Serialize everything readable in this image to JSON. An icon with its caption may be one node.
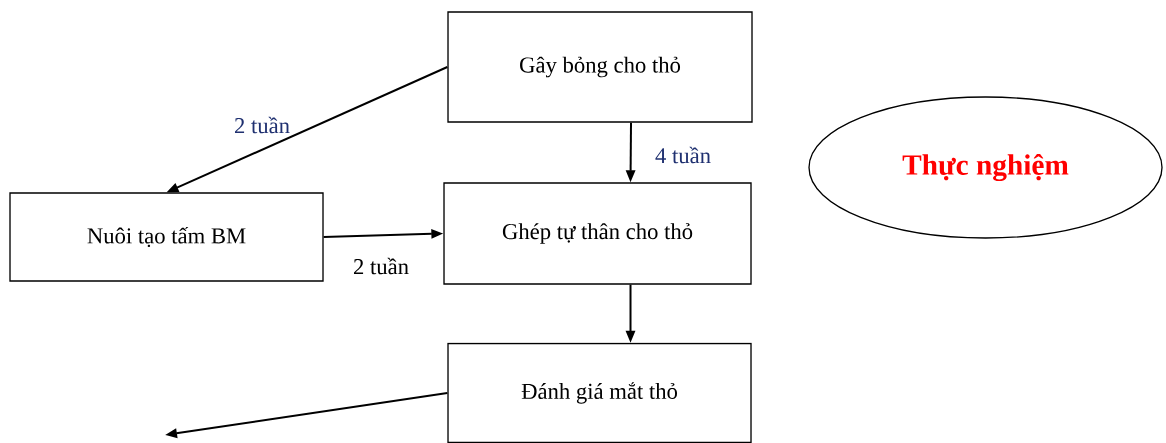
{
  "diagram": {
    "nodes": [
      {
        "text": [
          "Gây bỏng cho thỏ"
        ]
      },
      {
        "text": [
          "Thực nghiệm"
        ]
      },
      {
        "text": [
          "Nuôi tạo tấm BM"
        ]
      },
      {
        "text": [
          "Ghép tự thân cho thỏ"
        ]
      },
      {
        "text": [
          "Đánh giá mắt thỏ"
        ]
      }
    ],
    "edges": [
      {
        "from": 0,
        "to": 2,
        "arrow": "to",
        "label": "2 tuần"
      },
      {
        "from": 0,
        "to": 3,
        "arrow": "to",
        "label": "4 tuần"
      },
      {
        "from": 2,
        "to": 3,
        "arrow": "to",
        "label": "2 tuần"
      },
      {
        "from": 3,
        "to": 4,
        "arrow": "to"
      },
      {
        "from": 4,
        "to": null,
        "arrow": "to"
      }
    ]
  }
}
